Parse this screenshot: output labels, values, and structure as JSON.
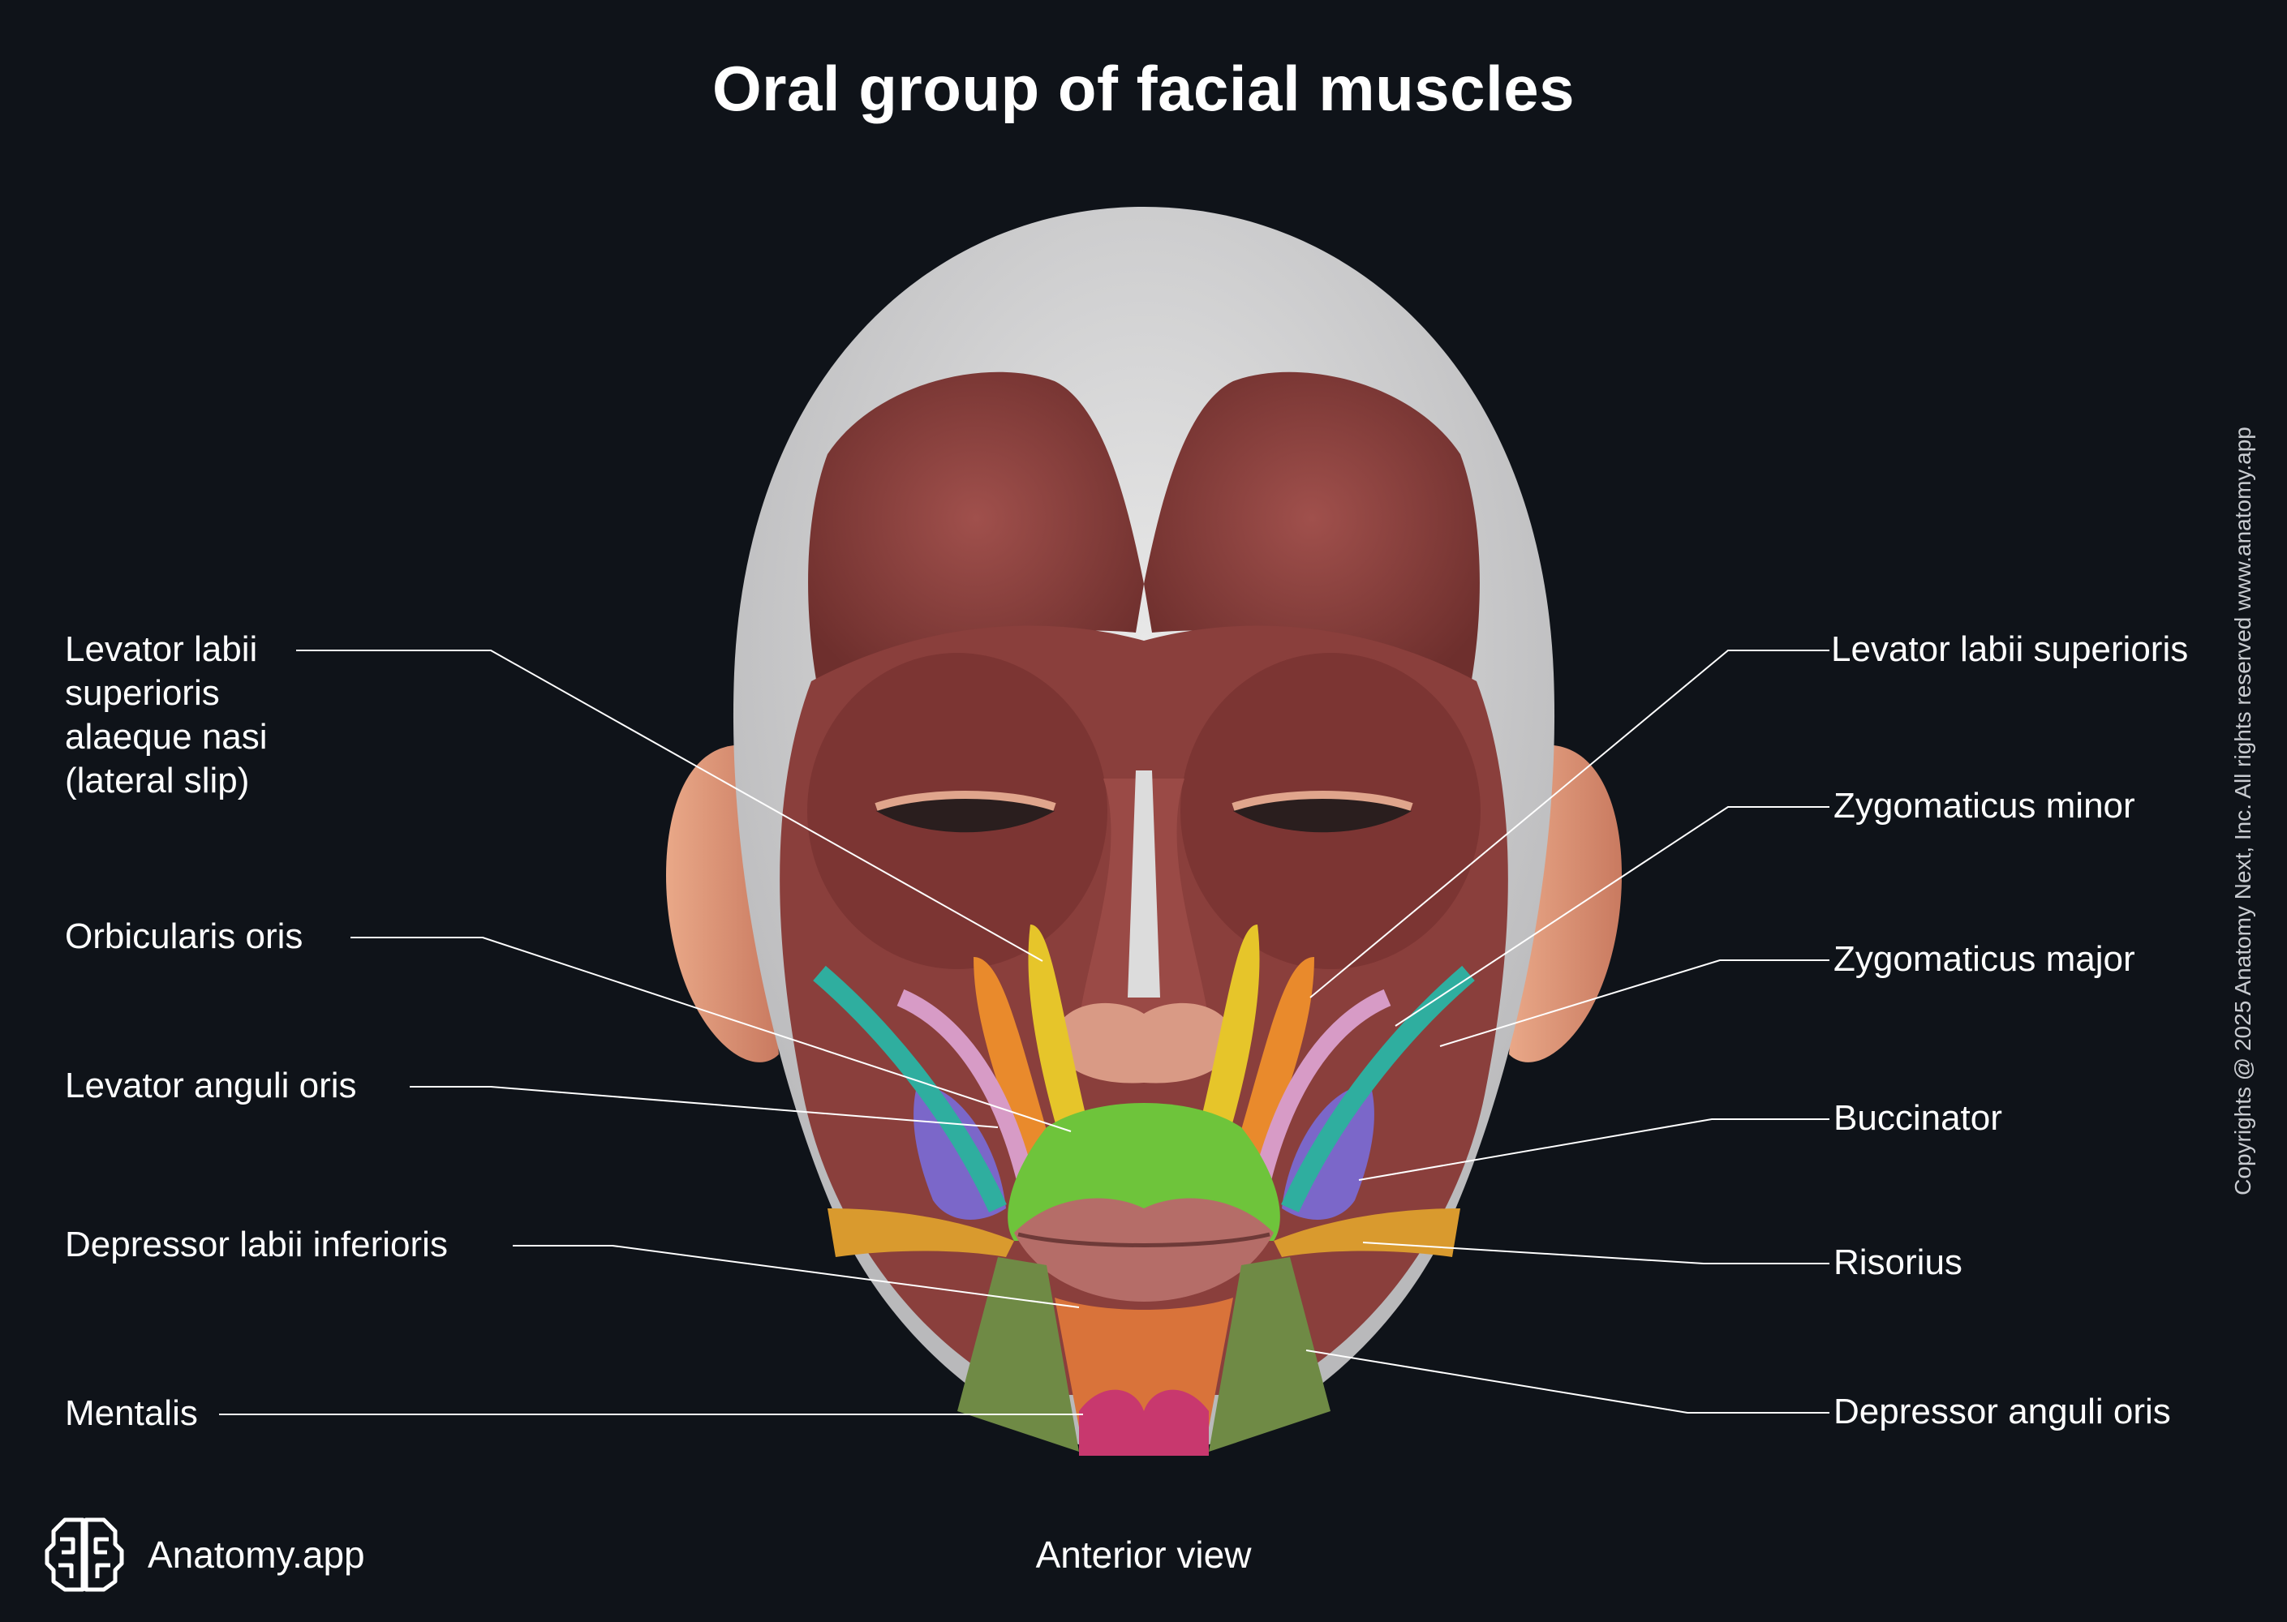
{
  "title": "Oral group of facial muscles",
  "view_label": "Anterior view",
  "brand": {
    "name": "Anatomy.app",
    "icon": "brain-logo-icon"
  },
  "copyright": "Copyrights @ 2025 Anatomy Next, Inc. All rights reserved www.anatomy.app",
  "labels_left": [
    "Levator labii superioris alaeque nasi (lateral slip)",
    "Orbicularis oris",
    "Levator anguli oris",
    "Depressor labii inferioris",
    "Mentalis"
  ],
  "labels_right": [
    "Levator labii superioris",
    "Zygomaticus minor",
    "Zygomaticus major",
    "Buccinator",
    "Risorius",
    "Depressor anguli oris"
  ],
  "colors": {
    "background": "#0f1319",
    "muscle": "#8a3f3c",
    "levator_labii_superioris_alaeque_nasi": "#e6c52a",
    "levator_labii_superioris": "#e98a2c",
    "zygomaticus_minor": "#d79bc6",
    "zygomaticus_major": "#2fae9f",
    "orbicularis_oris": "#6ec43b",
    "buccinator": "#7b67c9",
    "risorius": "#d99a2e",
    "depressor_anguli_oris": "#6f8a45",
    "depressor_labii_inferioris": "#d9733a",
    "mentalis": "#c8386e"
  }
}
